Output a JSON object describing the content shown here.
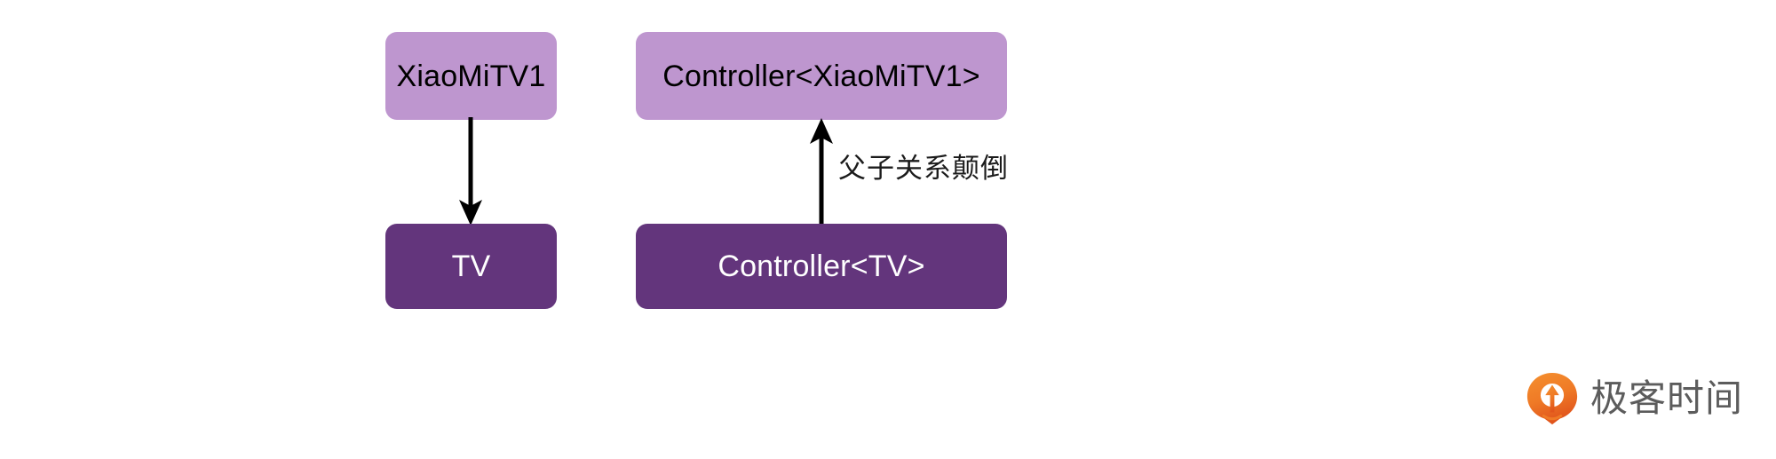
{
  "diagram": {
    "type": "class-relationship-diagram",
    "background_color": "#ffffff",
    "colors": {
      "node_light_fill": "#be96cf",
      "node_dark_fill": "#63357c",
      "node_light_text": "#000000",
      "node_dark_text": "#ffffff",
      "arrow_color": "#000000",
      "label_text": "#1b1b1b"
    },
    "nodes": [
      {
        "id": "xiaomitv1",
        "label": "XiaoMiTV1",
        "style": "light",
        "column": "left"
      },
      {
        "id": "tv",
        "label": "TV",
        "style": "dark",
        "column": "left"
      },
      {
        "id": "controller_xiaomitv1",
        "label": "Controller<XiaoMiTV1>",
        "style": "light",
        "column": "right"
      },
      {
        "id": "controller_tv",
        "label": "Controller<TV>",
        "style": "dark",
        "column": "right"
      }
    ],
    "edges": [
      {
        "id": "edge-left",
        "from": "xiaomitv1",
        "to": "tv",
        "direction": "down",
        "label": ""
      },
      {
        "id": "edge-right",
        "from": "controller_tv",
        "to": "controller_xiaomitv1",
        "direction": "up",
        "label": "父子关系颠倒"
      }
    ]
  },
  "watermark": {
    "text": "极客时间",
    "icon": "geektime-logo-icon",
    "color": "#5c5c5c",
    "mark_color_start": "#f07c28",
    "mark_color_end": "#e2571e"
  }
}
